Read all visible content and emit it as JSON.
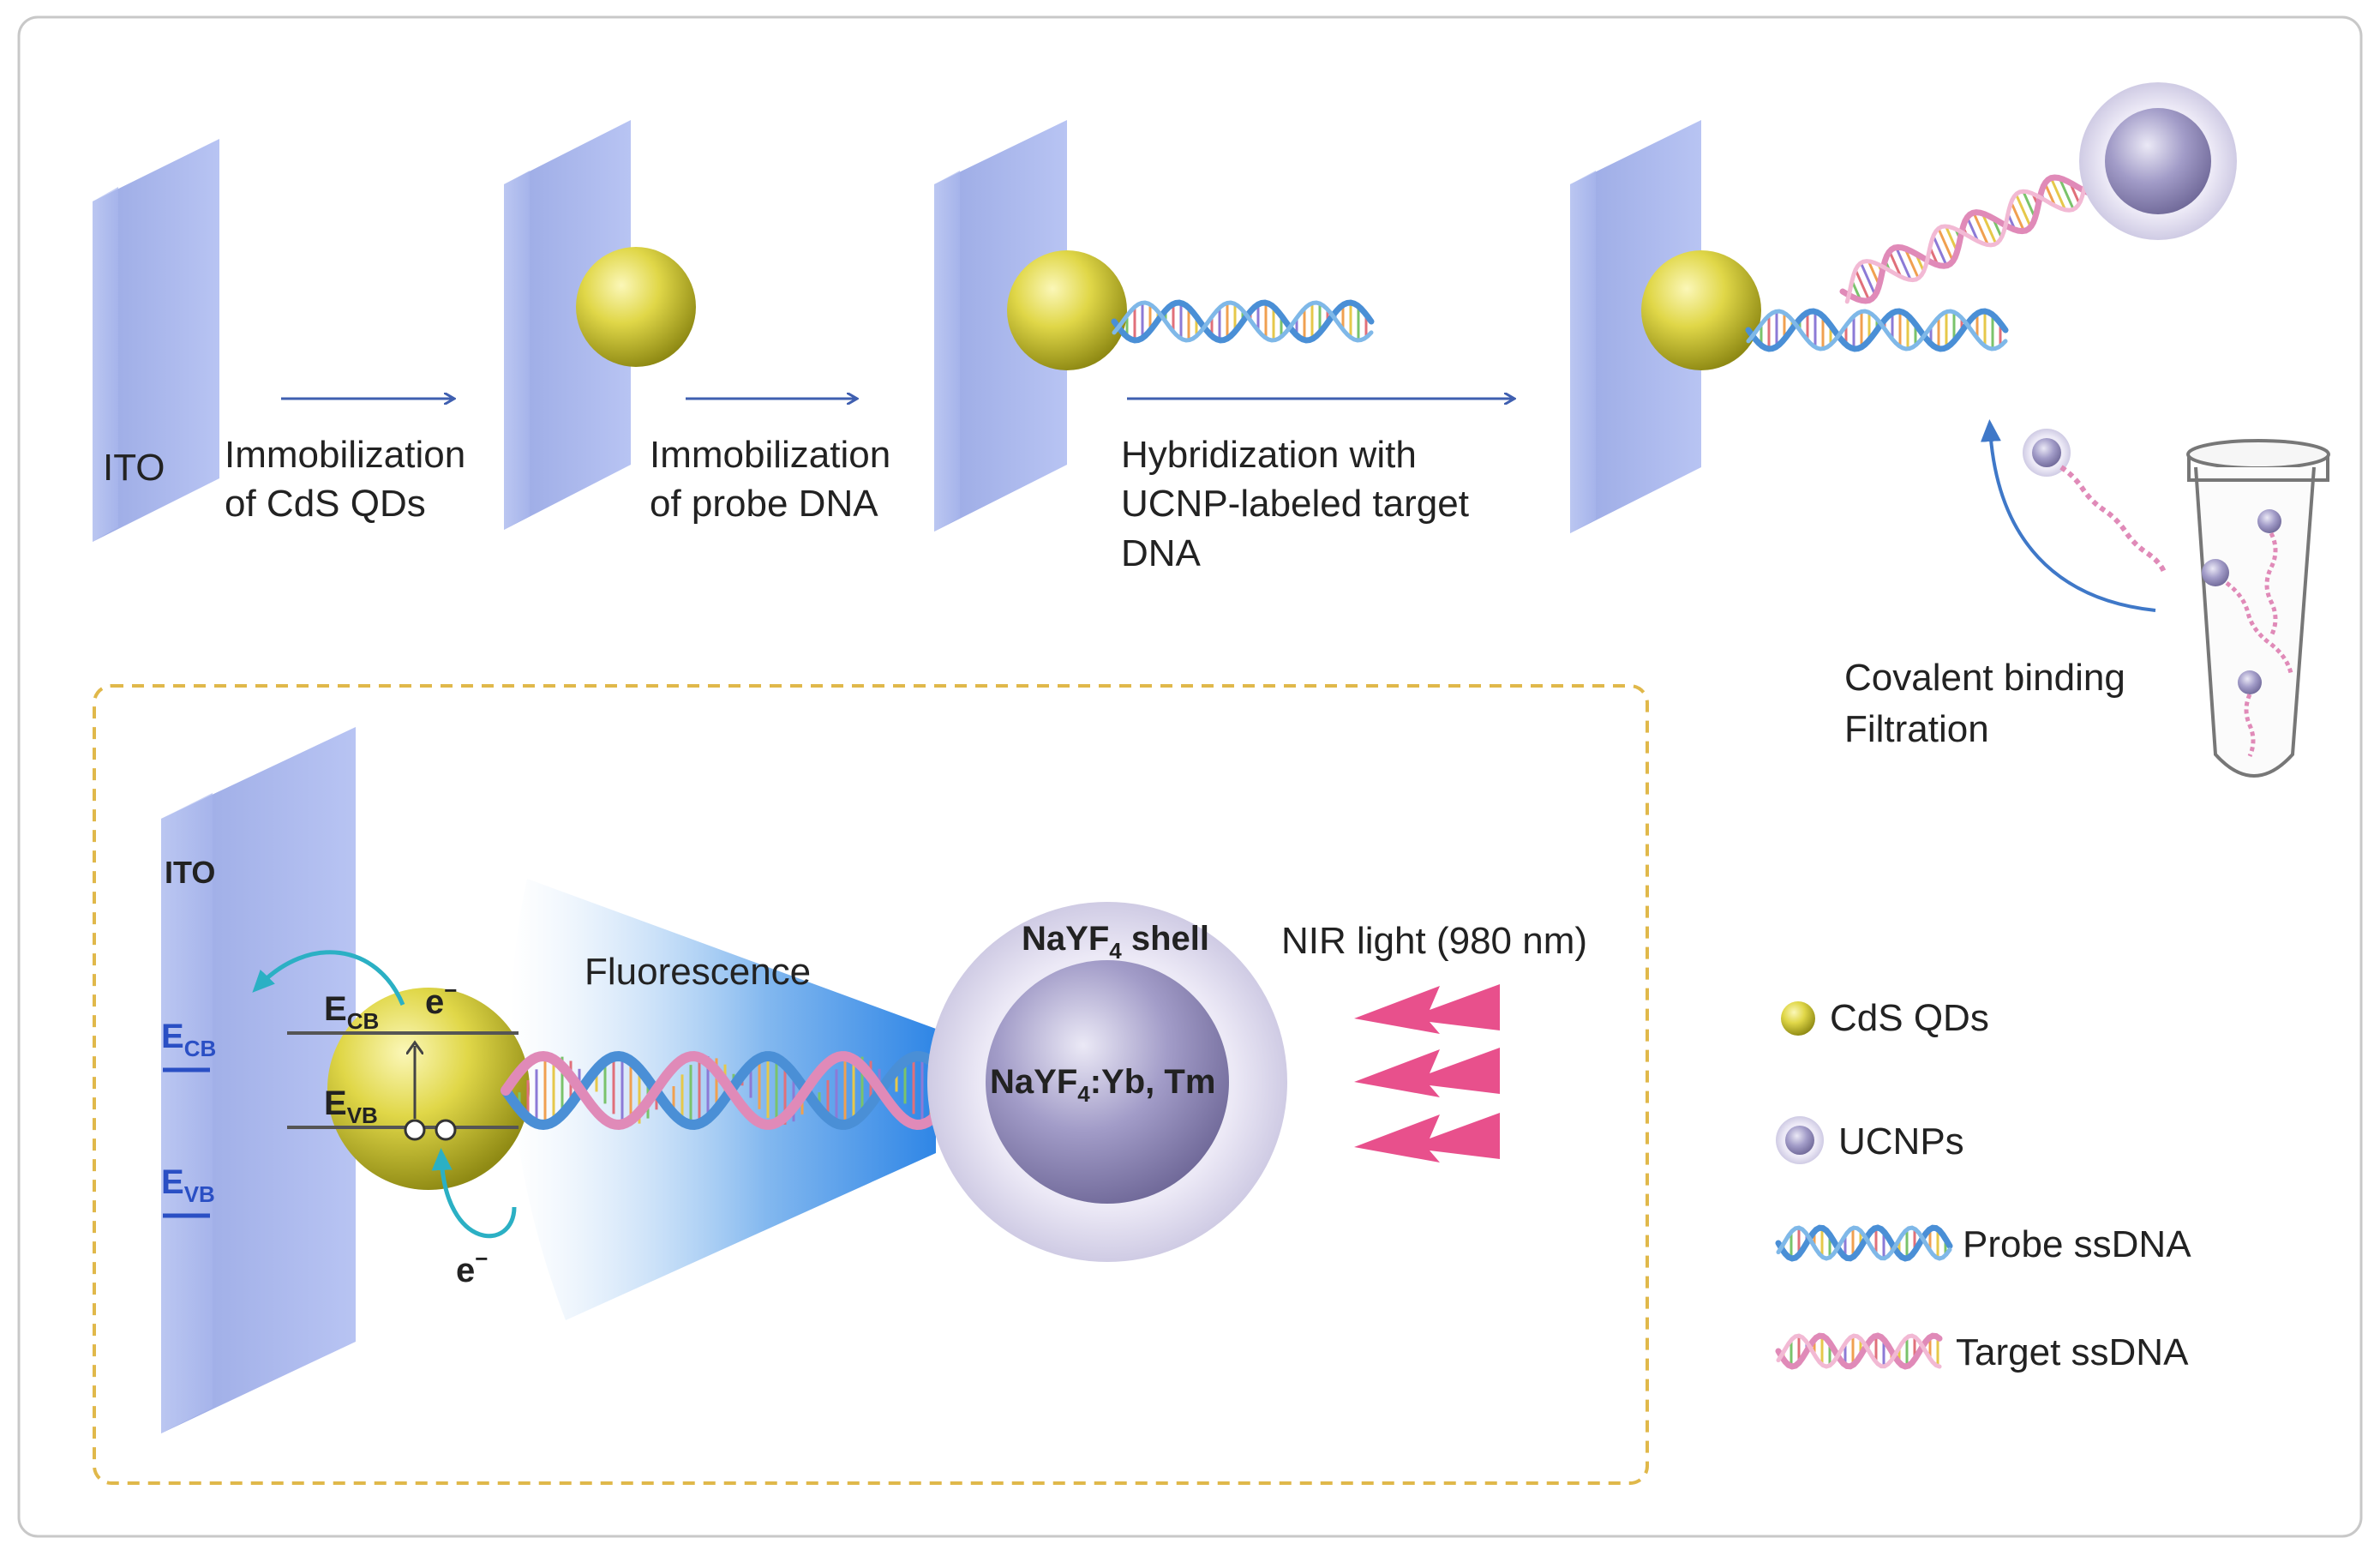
{
  "labels": {
    "ito_top": "ITO",
    "ito_bottom": "ITO",
    "step1_line1": "Immobilization",
    "step1_line2": "of CdS QDs",
    "step2_line1": "Immobilization",
    "step2_line2": "of probe DNA",
    "step3_line1": "Hybridization with",
    "step3_line2": "UCNP-labeled target",
    "step3_line3": "DNA",
    "side_line1": "Covalent  binding",
    "side_line2": "Filtration",
    "fluorescence": "Fluorescence",
    "nir_light": "NIR light (980 nm)",
    "shell_main": "NaYF",
    "shell_sub": "4",
    "shell_rest": " shell",
    "core_main": "NaYF",
    "core_sub": "4",
    "core_rest": ":Yb, Tm",
    "ecb_main": "E",
    "ecb_sub": "CB",
    "evb_main": "E",
    "evb_sub": "VB",
    "e_minus_top": "e",
    "e_minus_bottom": "e",
    "ito_ecb_main": "E",
    "ito_ecb_sub": "CB",
    "ito_evb_main": "E",
    "ito_evb_sub": "VB"
  },
  "legend": [
    {
      "label": "CdS QDs",
      "icon": "cds-qd-sphere-icon"
    },
    {
      "label": "UCNPs",
      "icon": "ucnp-sphere-icon"
    },
    {
      "label": "Probe ssDNA",
      "icon": "probe-dna-helix-icon"
    },
    {
      "label": "Target ssDNA",
      "icon": "target-dna-helix-icon"
    }
  ],
  "colors": {
    "electrode": "#b3bff0",
    "cds": "#d4cc3c",
    "probe_dna": "#4a8fd6",
    "target_dna": "#e08ab8",
    "ucnp_core": "#8f88b6",
    "nir": "#e8508c",
    "fluorescence": "#2f86e6",
    "frame": "#e0b84a",
    "arrow": "#3f5fb0"
  }
}
